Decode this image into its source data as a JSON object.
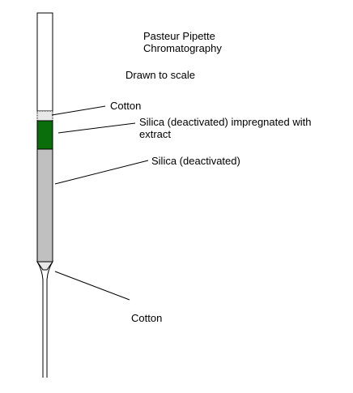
{
  "title": {
    "line1": "Pasteur Pipette",
    "line2": "Chromatography"
  },
  "subtitle": "Drawn to scale",
  "labels": {
    "cotton_top": "Cotton",
    "silica_extract_line1": "Silica (deactivated) impregnated with",
    "silica_extract_line2": "extract",
    "silica": "Silica  (deactivated)",
    "cotton_bottom": "Cotton"
  },
  "colors": {
    "outline": "#000000",
    "silica_extract": "#0a6e0a",
    "silica": "#c0c0c0",
    "cotton": "#e8e8e8",
    "background": "#ffffff"
  }
}
